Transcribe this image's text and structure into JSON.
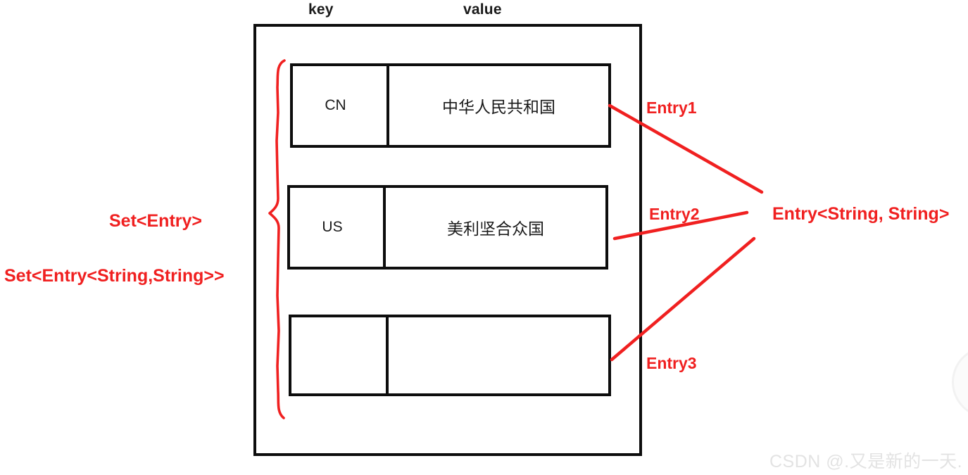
{
  "diagram": {
    "title_absent": true,
    "column_headers": {
      "key": "key",
      "value": "value"
    },
    "rows": [
      {
        "key": "CN",
        "value": "中华人民共和国",
        "annotation": "Entry1"
      },
      {
        "key": "US",
        "value": "美利坚合众国",
        "annotation": "Entry2"
      },
      {
        "key": "",
        "value": "",
        "annotation": "Entry3"
      }
    ],
    "left_labels": {
      "brace_label": "Set<Entry>",
      "full_type_label": "Set<Entry<String,String>>"
    },
    "right_label": "Entry<String, String>",
    "colors": {
      "ink_red": "#f02020",
      "box_black": "#0d0d0d",
      "text_black": "#1a1a1a",
      "watermark_gray": "#e3e3e3"
    }
  },
  "watermark": {
    "text": "CSDN @.又是新的一天."
  }
}
